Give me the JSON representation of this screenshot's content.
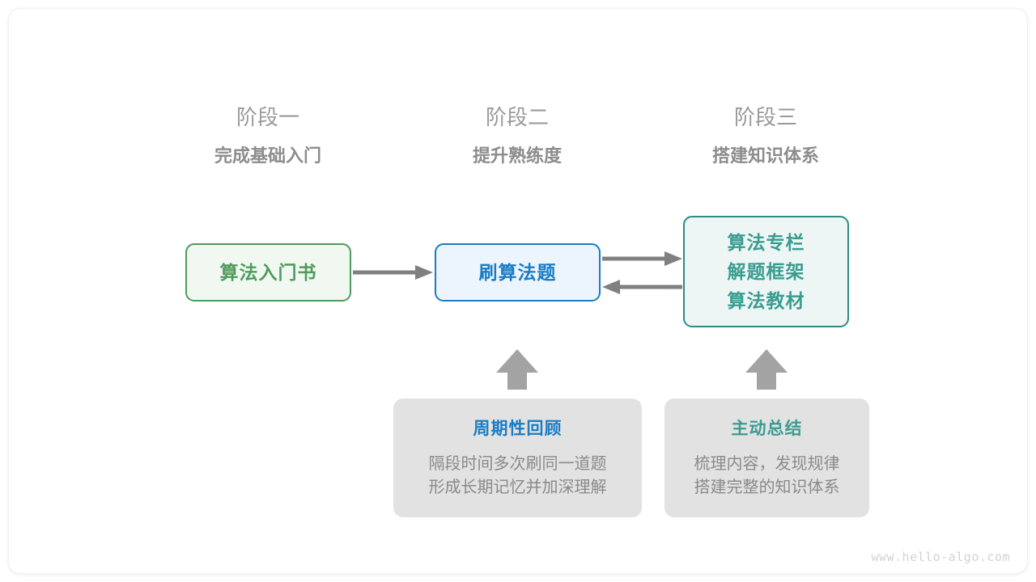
{
  "stages": [
    {
      "number": "阶段一",
      "title": "完成基础入门"
    },
    {
      "number": "阶段二",
      "title": "提升熟练度"
    },
    {
      "number": "阶段三",
      "title": "搭建知识体系"
    }
  ],
  "flow_boxes": [
    {
      "label": "算法入门书",
      "color": "#4f9b5c"
    },
    {
      "label": "刷算法题",
      "color": "#1a7cc4"
    },
    {
      "lines": [
        "算法专栏",
        "解题框架",
        "算法教材"
      ],
      "color": "#3a9c91"
    }
  ],
  "notes": [
    {
      "title": "周期性回顾",
      "title_color": "#1a7cc4",
      "body_lines": [
        "隔段时间多次刷同一道题",
        "形成长期记忆并加深理解"
      ]
    },
    {
      "title": "主动总结",
      "title_color": "#3a9c91",
      "body_lines": [
        "梳理内容，发现规律",
        "搭建完整的知识体系"
      ]
    }
  ],
  "arrows": {
    "color": "#808080",
    "book_to_practice": "算法入门书 → 刷算法题",
    "practice_to_resources": "刷算法题 → 算法专栏/解题框架/算法教材",
    "resources_to_practice": "算法专栏/解题框架/算法教材 → 刷算法题",
    "review_up": "周期性回顾 ↑ 刷算法题",
    "summary_up": "主动总结 ↑ 算法专栏/解题框架/算法教材"
  },
  "watermark": "www.hello-algo.com"
}
